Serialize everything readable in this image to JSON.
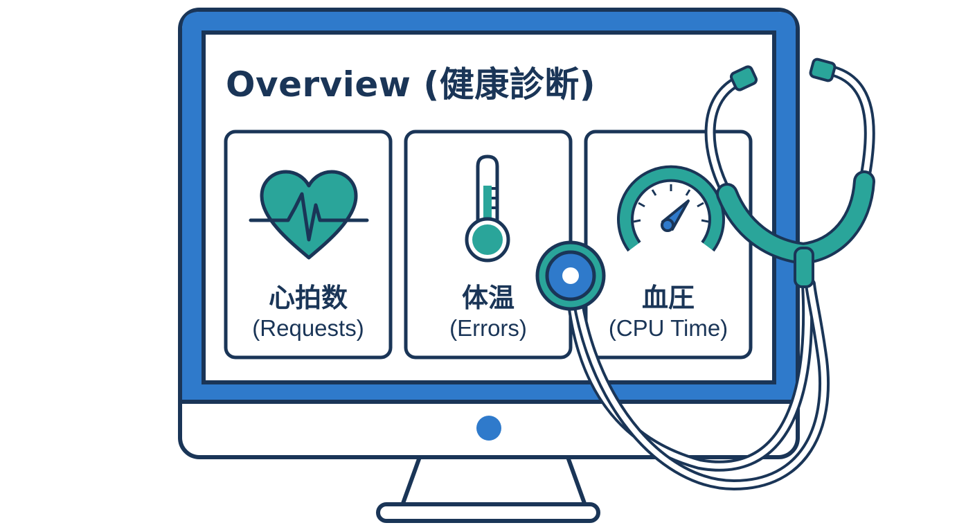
{
  "header": {
    "title": "Overview (健康診断)"
  },
  "cards": [
    {
      "label_ja": "心拍数",
      "label_en": "(Requests)",
      "icon": "heart-pulse-icon"
    },
    {
      "label_ja": "体温",
      "label_en": "(Errors)",
      "icon": "thermometer-icon"
    },
    {
      "label_ja": "血圧",
      "label_en": "(CPU Time)",
      "icon": "gauge-icon"
    }
  ],
  "decorations": {
    "stethoscope": "stethoscope-icon",
    "monitor_button": "power-button-icon"
  },
  "colors": {
    "outline": "#1a3557",
    "frame_blue": "#2f7acb",
    "teal": "#2aa59a",
    "white": "#ffffff"
  }
}
